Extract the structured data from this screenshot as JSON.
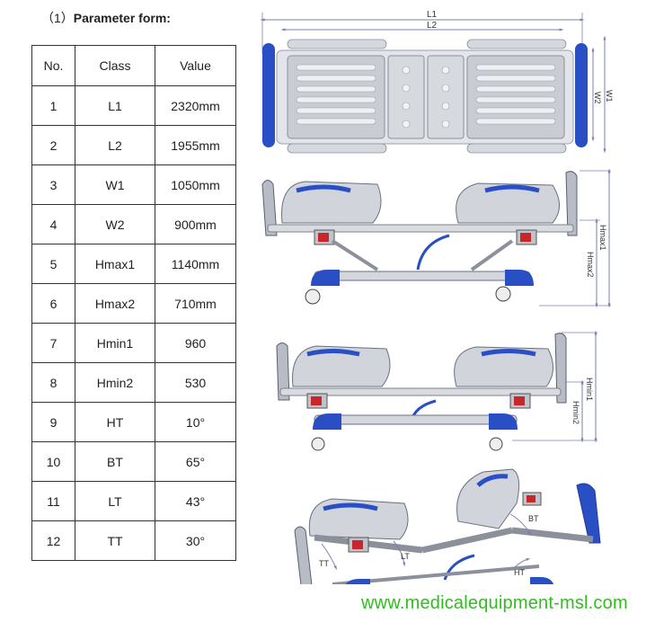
{
  "heading": {
    "number": "（1）",
    "text": "Parameter form:"
  },
  "table": {
    "headers": [
      "No.",
      "Class",
      "Value"
    ],
    "rows": [
      {
        "no": "1",
        "class": "L1",
        "value": "2320mm"
      },
      {
        "no": "2",
        "class": "L2",
        "value": "1955mm"
      },
      {
        "no": "3",
        "class": "W1",
        "value": "1050mm"
      },
      {
        "no": "4",
        "class": "W2",
        "value": "900mm"
      },
      {
        "no": "5",
        "class": "Hmax1",
        "value": "1140mm"
      },
      {
        "no": "6",
        "class": "Hmax2",
        "value": "710mm"
      },
      {
        "no": "7",
        "class": "Hmin1",
        "value": "960"
      },
      {
        "no": "8",
        "class": "Hmin2",
        "value": "530"
      },
      {
        "no": "9",
        "class": "HT",
        "value": "10°"
      },
      {
        "no": "10",
        "class": "BT",
        "value": "65°"
      },
      {
        "no": "11",
        "class": "LT",
        "value": "43°"
      },
      {
        "no": "12",
        "class": "TT",
        "value": "30°"
      }
    ]
  },
  "dimensions": {
    "l1": "L1",
    "l2": "L2",
    "w1": "W1",
    "w2": "W2",
    "hmax1": "Hmax1",
    "hmax2": "Hmax2",
    "hmin1": "Hmin1",
    "hmin2": "Hmin2",
    "ht": "HT",
    "bt": "BT",
    "lt": "LT",
    "tt": "TT"
  },
  "website": "www.medicalequipment-msl.com",
  "colors": {
    "accent_blue": "#2a4fc4",
    "bed_gray": "#cfd2d8",
    "dim_line": "#7a7fb0",
    "website_green": "#33bb22"
  }
}
